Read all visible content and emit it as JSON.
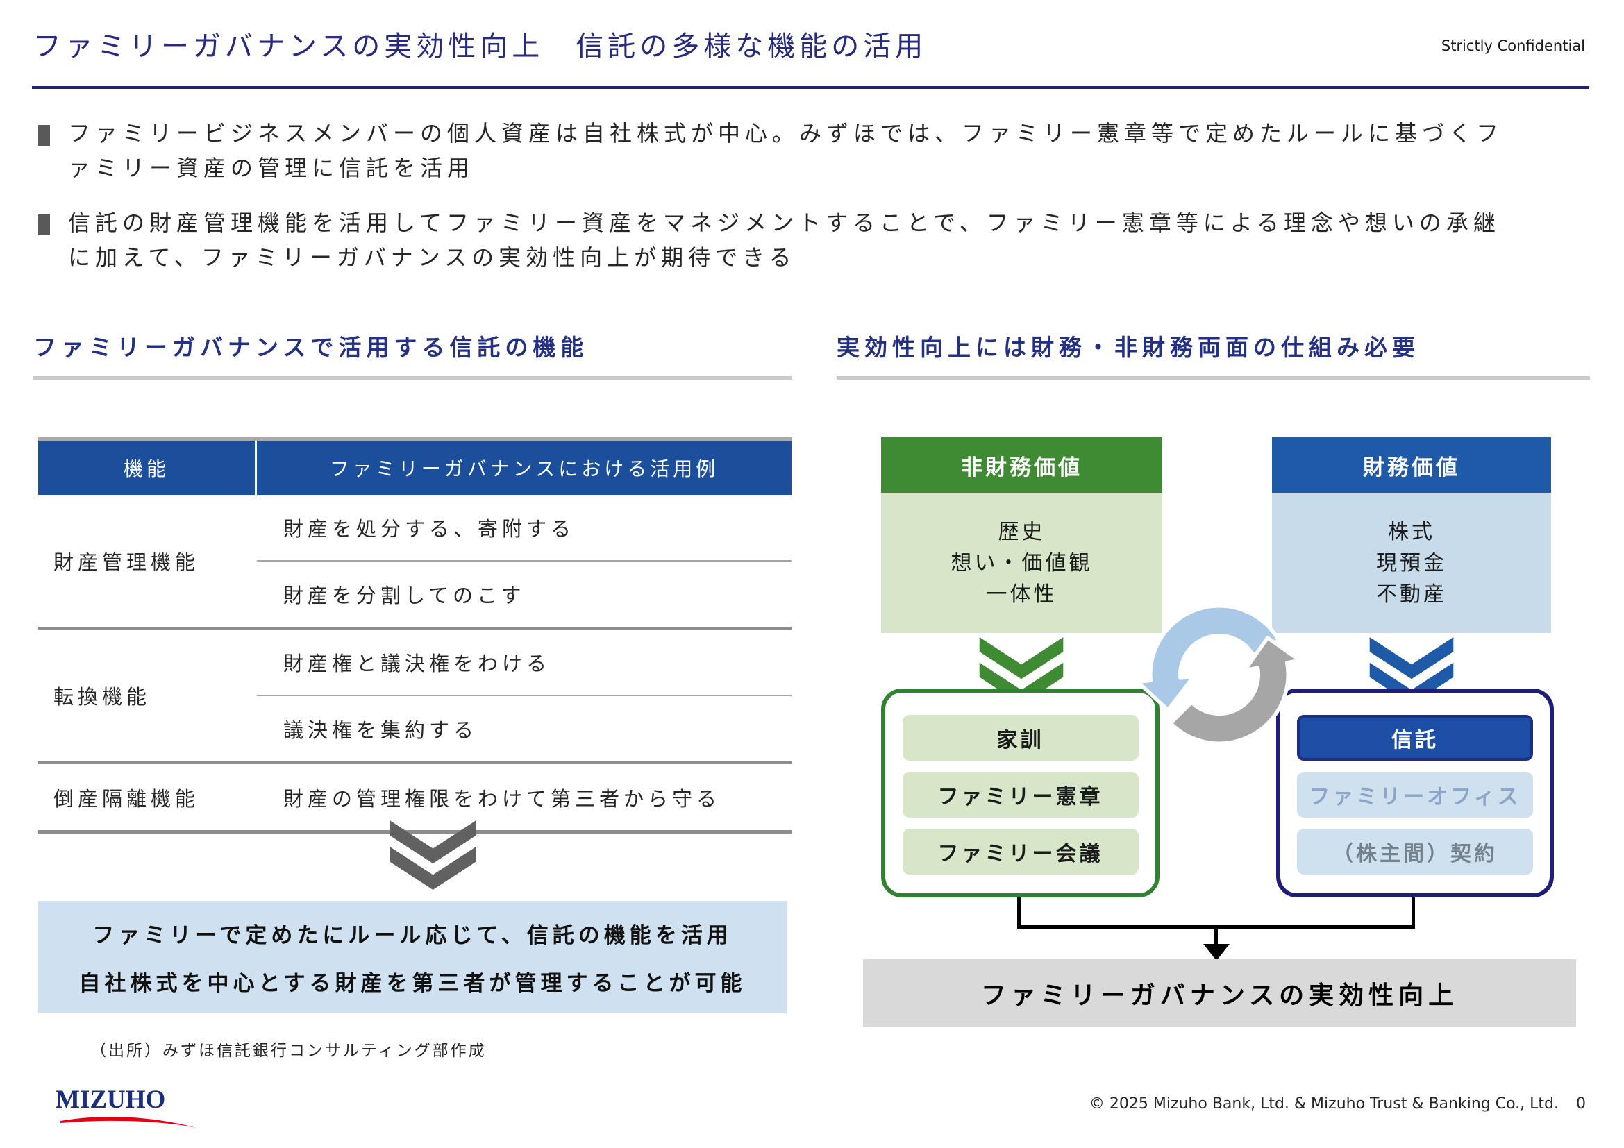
{
  "page": {
    "title": "ファミリーガバナンスの実効性向上　信託の多様な機能の活用",
    "confidential": "Strictly Confidential",
    "bullets": [
      "ファミリービジネスメンバーの個人資産は自社株式が中心。みずほでは、ファミリー憲章等で定めたルールに基づくファミリー資産の管理に信託を活用",
      "信託の財産管理機能を活用してファミリー資産をマネジメントすることで、ファミリー憲章等による理念や想いの承継に加えて、ファミリーガバナンスの実効性向上が期待できる"
    ]
  },
  "left_section": {
    "heading": "ファミリーガバナンスで活用する信託の機能",
    "table": {
      "headers": [
        "機能",
        "ファミリーガバナンスにおける活用例"
      ],
      "groups": [
        {
          "function": "財産管理機能",
          "examples": [
            "財産を処分する、寄附する",
            "財産を分割してのこす"
          ]
        },
        {
          "function": "転換機能",
          "examples": [
            "財産権と議決権をわける",
            "議決権を集約する"
          ]
        },
        {
          "function": "倒産隔離機能",
          "examples": [
            "財産の管理権限をわけて第三者から守る"
          ]
        }
      ]
    },
    "summary_lines": [
      "ファミリーで定めたにルール応じて、信託の機能を活用",
      "自社株式を中心とする財産を第三者が管理することが可能"
    ],
    "source": "（出所）みずほ信託銀行コンサルティング部作成"
  },
  "right_section": {
    "heading": "実効性向上には財務・非財務両面の仕組み必要",
    "nonfinancial": {
      "header": "非財務価値",
      "items": [
        "歴史",
        "想い・価値観",
        "一体性"
      ],
      "tools": [
        "家訓",
        "ファミリー憲章",
        "ファミリー会議"
      ]
    },
    "financial": {
      "header": "財務価値",
      "items": [
        "株式",
        "現預金",
        "不動産"
      ],
      "tools": [
        "信託",
        "ファミリーオフィス",
        "（株主間）契約"
      ]
    },
    "result": "ファミリーガバナンスの実効性向上"
  },
  "footer": {
    "logo": "MIZUHO",
    "copyright": "© 2025 Mizuho Bank, Ltd. & Mizuho Trust & Banking Co., Ltd.",
    "page_number": "0"
  },
  "colors": {
    "title_navy": "#272a7e",
    "table_header_blue": "#1b4f9c",
    "green_header": "#3e8b33",
    "blue_header": "#1e5aa8",
    "light_green": "#d7e5c8",
    "light_blue": "#c8dbeb",
    "summary_blue": "#cfe1f0",
    "result_gray": "#d9d9d9",
    "trust_blue": "#1c4fa5",
    "logo_red": "#e60012"
  }
}
